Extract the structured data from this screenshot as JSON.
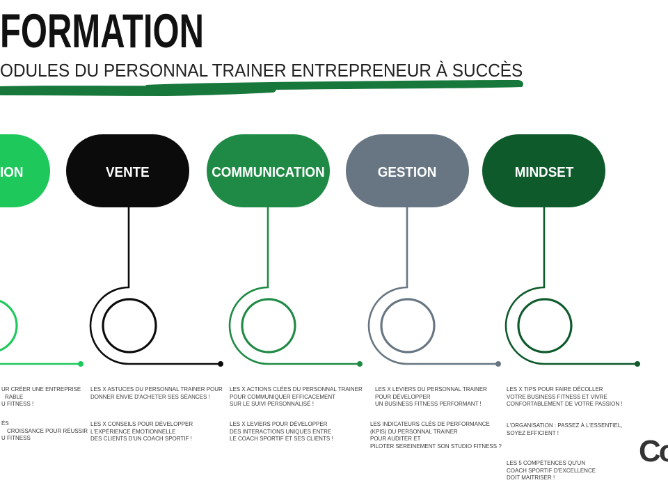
{
  "title": "FORMATION",
  "subtitle": "ODULES DU PERSONNAL TRAINER ENTREPRENEUR À SUCCÈS",
  "colors": {
    "title": "#111111",
    "underline": "#18783c",
    "text": "#3a3a3a"
  },
  "modules": [
    {
      "label": "ION",
      "color": "#1fc85b",
      "blocks": [
        [
          "UR CRÉER UNE ENTREPRISE",
          "RABLE",
          "U FITNESS !"
        ],
        [
          "ÉS",
          "CROISSANCE POUR RÉUSSIR",
          "U FITNESS"
        ]
      ]
    },
    {
      "label": "VENTE",
      "color": "#0b0b0b",
      "blocks": [
        [
          "LES X ASTUCES DU PERSONNAL TRAINER POUR",
          "DONNER ENVIE D'ACHETER SES SÉANCES !"
        ],
        [
          "LES X CONSEILS POUR DÉVELOPPER",
          "L'EXPÉRIENCE ÉMOTIONNELLE",
          "DES CLIENTS D'UN COACH SPORTIF !"
        ]
      ]
    },
    {
      "label": "COMMUNICATION",
      "color": "#1f8a45",
      "blocks": [
        [
          "LES X ACTIONS CLÉES DU PERSONNAL TRAINER",
          "POUR COMMUNIQUER EFFICACEMENT",
          "SUR LE SUIVI PERSONNALISÉ !"
        ],
        [
          "LES X LEVIERS POUR DÉVELOPPER",
          "DES INTERACTIONS UNIQUES ENTRE",
          "LE COACH SPORTIF ET SES CLIENTS !"
        ]
      ]
    },
    {
      "label": "GESTION",
      "color": "#677682",
      "blocks": [
        [
          "LES X LEVIERS DU PERSONNAL TRAINER",
          "POUR DÉVELOPPER",
          "UN BUSINESS FITNESS PERFORMANT !"
        ],
        [
          "LES INDICATEURS CLÉS DE PERFORMANCE",
          "(KPIS) DU PERSONNAL TRAINER",
          "POUR AUDITER ET",
          "PILOTER SEREINEMENT SON STUDIO FITNESS ?"
        ]
      ]
    },
    {
      "label": "MINDSET",
      "color": "#0e5a2b",
      "blocks": [
        [
          "LES X TIPS POUR FAIRE DÉCOLLER",
          "VOTRE BUSINESS FITNESS ET VIVRE",
          "CONFORTABLEMENT DE VOTRE PASSION !"
        ],
        [
          "L'ORGANISATION : PASSEZ À L'ESSENTIEL,",
          "SOYEZ EFFICIENT !"
        ],
        [
          "LES 5 COMPÉTENCES QU'UN",
          "COACH SPORTIF D'EXCELLENCE",
          "DOIT MAITRISER !"
        ]
      ]
    }
  ],
  "logo": {
    "text": "Co"
  }
}
